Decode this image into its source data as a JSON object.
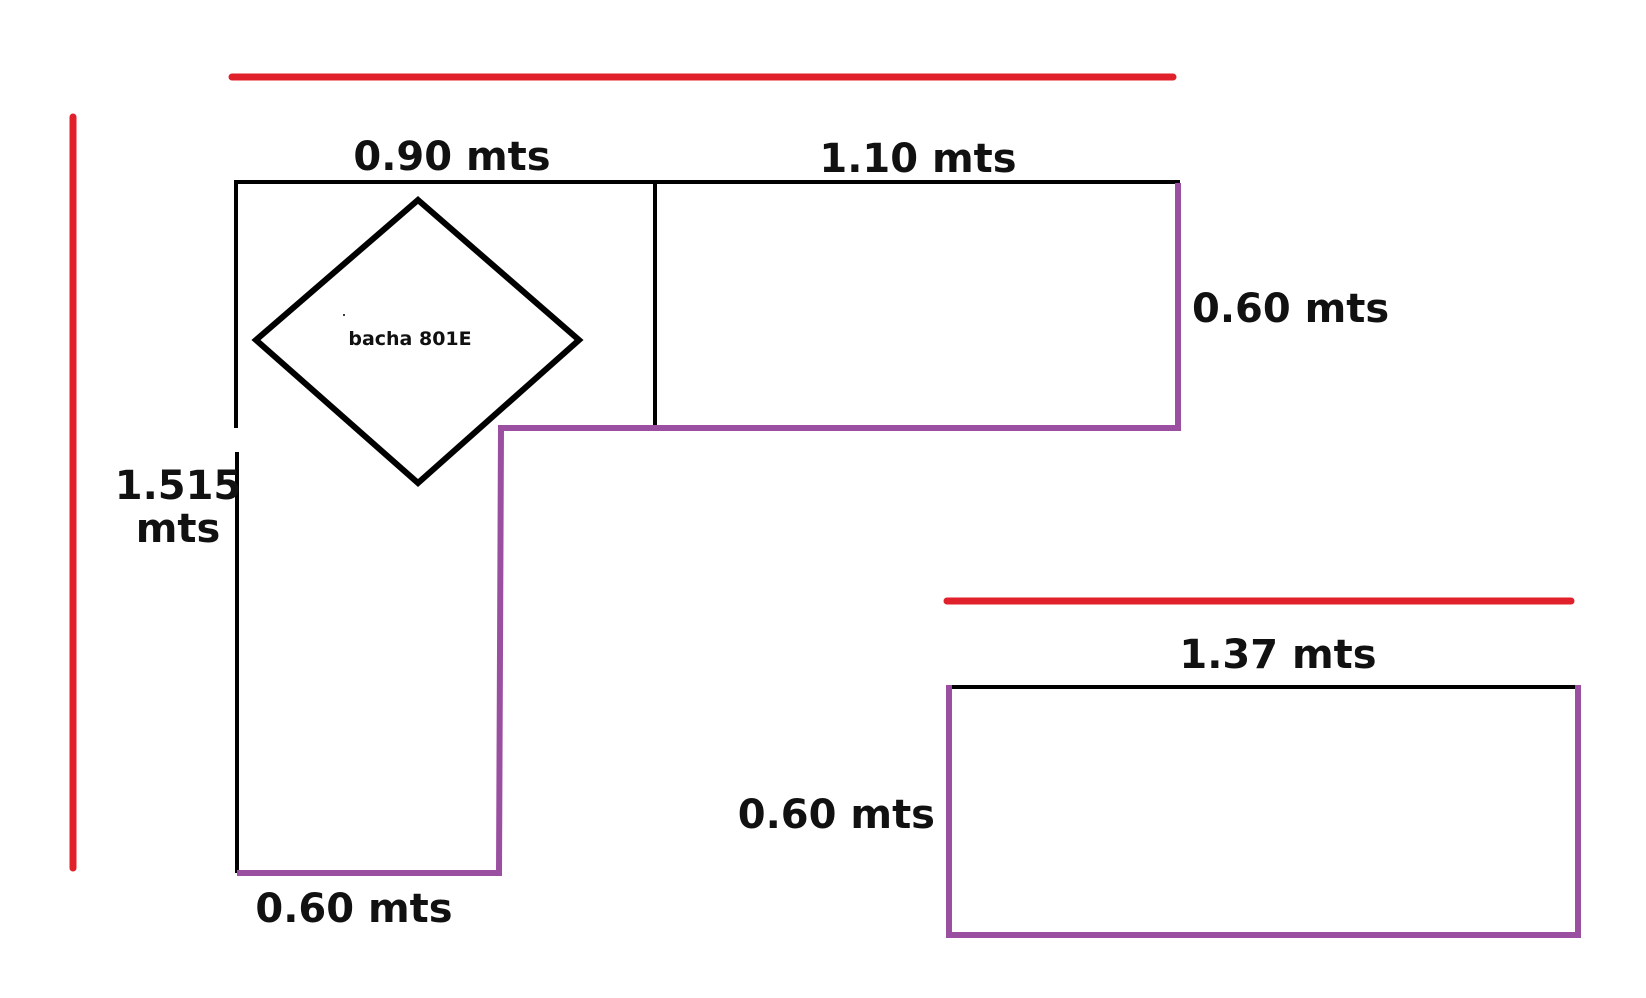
{
  "colors": {
    "reference_line": "#e0202a",
    "edge_line": "#9b4fa0",
    "outline": "#000000",
    "text": "#111111"
  },
  "labels": {
    "top_left_width": "0.90 mts",
    "top_right_width": "1.10 mts",
    "right_depth": "0.60 mts",
    "left_length_line1": "1.515",
    "left_length_line2": "mts",
    "bottom_depth": "0.60 mts",
    "separate_width": "1.37 mts",
    "separate_depth": "0.60 mts",
    "sink": "bacha 801E"
  }
}
